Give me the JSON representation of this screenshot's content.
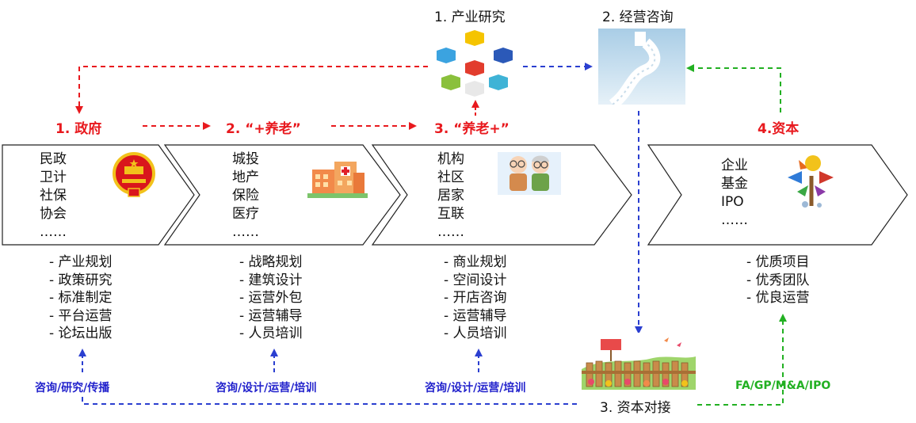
{
  "nodes": {
    "research": "1. 产业研究",
    "consulting": "2. 经营咨询",
    "capital_match": "3. 资本对接"
  },
  "stages": [
    {
      "label": "1. 政府",
      "items": [
        "民政",
        "卫计",
        "社保",
        "协会",
        "……"
      ],
      "services": [
        "- 产业规划",
        "- 政策研究",
        "- 标准制定",
        "- 平台运营",
        "- 论坛出版"
      ],
      "channel": "咨询/研究/传播",
      "icon": "national-emblem-icon"
    },
    {
      "label": "2. “+养老”",
      "items": [
        "城投",
        "地产",
        "保险",
        "医疗",
        "……"
      ],
      "services": [
        "- 战略规划",
        "- 建筑设计",
        "- 运营外包",
        "- 运营辅导",
        "- 人员培训"
      ],
      "channel": "咨询/设计/运营/培训",
      "icon": "hospital-icon"
    },
    {
      "label": "3. “养老+”",
      "items": [
        "机构",
        "社区",
        "居家",
        "互联",
        "……"
      ],
      "services": [
        "- 商业规划",
        "- 空间设计",
        "- 开店咨询",
        "- 运营辅导",
        "- 人员培训"
      ],
      "channel": "咨询/设计/运营/培训",
      "icon": "elderly-couple-icon"
    },
    {
      "label": "4.资本",
      "items": [
        "企业",
        "基金",
        "IPO",
        "……"
      ],
      "services": [
        "- 优质项目",
        "- 优秀团队",
        "- 优良运营"
      ],
      "channel": "FA/GP/M&A/IPO",
      "icon": "money-tree-icon"
    }
  ],
  "colors": {
    "red": "#e8191e",
    "blue": "#2b3fd0",
    "green": "#22b022",
    "chevron_stroke": "#222222"
  }
}
